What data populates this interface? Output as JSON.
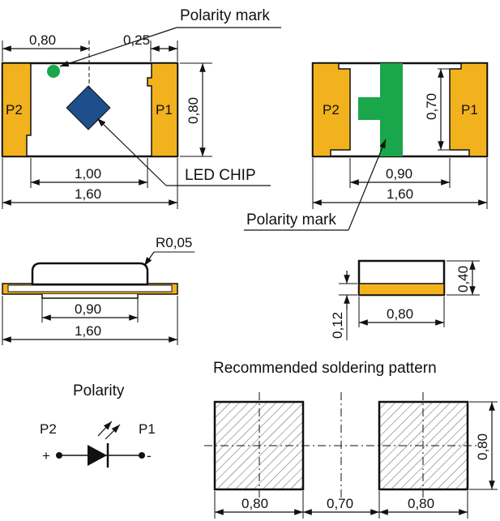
{
  "labels": {
    "polarity_mark_top": "Polarity mark",
    "polarity_mark_bottom": "Polarity mark",
    "led_chip": "LED CHIP",
    "r005": "R0,05",
    "recommended": "Recommended soldering pattern",
    "polarity": "Polarity",
    "p1": "P1",
    "p2": "P2",
    "plus": "+",
    "minus": "-"
  },
  "dims": {
    "top_left_080": "0,80",
    "top_left_025": "0,25",
    "top_left_side_080": "0,80",
    "top_left_100": "1,00",
    "top_left_160": "1,60",
    "top_right_070": "0,70",
    "top_right_090": "0,90",
    "top_right_160": "1,60",
    "mid_left_090": "0,90",
    "mid_left_160": "1,60",
    "mid_right_040": "0,40",
    "mid_right_012": "0,12",
    "mid_right_080": "0,80",
    "sold_080_a": "0,80",
    "sold_070": "0,70",
    "sold_080_b": "0,80",
    "sold_side_080": "0,80"
  },
  "colors": {
    "pad": "#f2b21e",
    "pcb_mark": "#1aa64b",
    "chip": "#1f4e8c",
    "line": "#111111"
  }
}
